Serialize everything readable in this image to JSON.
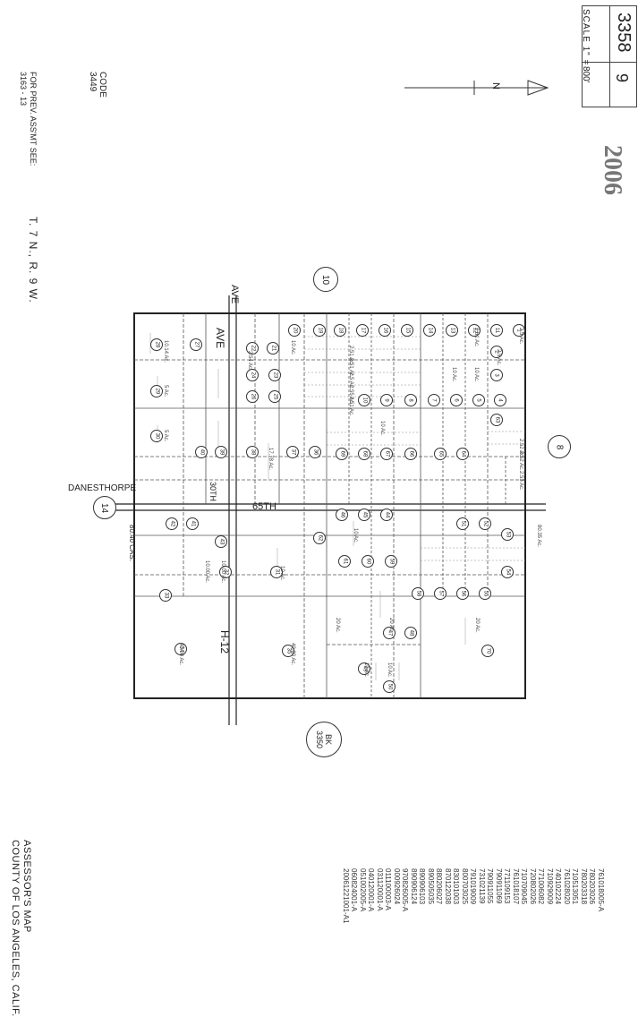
{
  "header": {
    "book": "3358",
    "page": "9",
    "scale_label": "SCALE 1\" =",
    "scale_value": "800'"
  },
  "stamp_year": "2006",
  "code": "CODE\n3449",
  "prev_assmt": "FOR PREV. ASS'MT SEE:\n3163 - 13",
  "township": "T. 7 N., R. 9 W.",
  "north_label": "N",
  "street_labels": {
    "danesthorpe": "DANESTHORPE",
    "ave_top": "AVE",
    "ave_mid": "AVE",
    "h12": "H-12",
    "st65": "65TH",
    "st30": "30TH",
    "cas": "80.40 CAS."
  },
  "adjacent_pages": {
    "top": "10",
    "right": "8",
    "left": "14",
    "bottom": "BK\n3350"
  },
  "footer": {
    "assessor_line1": "ASSESSOR'S MAP",
    "assessor_line2": "COUNTY OF LOS ANGELES, CALIF."
  },
  "records": [
    "761018005-A",
    "780203026",
    "780203318",
    "710513051",
    "761028020",
    "740102224",
    "710929009",
    "771006082",
    "720802026",
    "710709045",
    "761018107",
    "771109153",
    "790911069",
    "790911055",
    "731021139",
    "791019009",
    "800703025",
    "830101003",
    "870122038",
    "880206027",
    "890505035",
    "890906103",
    "890906124",
    "970826005-A",
    "000926024",
    "011100003-A",
    "031120001-A",
    "040120001-A",
    "051002005-A",
    "060824001-A",
    "20061221001-A1"
  ],
  "parcels": [
    "1",
    "2",
    "3",
    "4",
    "5",
    "6",
    "7",
    "8",
    "9",
    "10",
    "11",
    "12",
    "13",
    "14",
    "15",
    "16",
    "17",
    "18",
    "19",
    "20",
    "21",
    "22",
    "23",
    "24",
    "25",
    "26",
    "27",
    "28",
    "29",
    "30",
    "31",
    "32",
    "33",
    "34",
    "35",
    "36",
    "37",
    "38",
    "39",
    "40",
    "41",
    "42",
    "43",
    "44",
    "45",
    "46",
    "47",
    "48",
    "49",
    "50",
    "51",
    "52",
    "53",
    "54",
    "55",
    "56",
    "57",
    "58",
    "59",
    "60",
    "61",
    "62",
    "63",
    "64",
    "65",
    "66",
    "67",
    "68",
    "69",
    "70"
  ],
  "acreage": [
    "2.5 Ac.",
    "2.5 Ac.",
    "2.51 Ac.",
    "10 Ac.",
    "10 Ac.",
    "2.52 Ac.",
    "2.52 Ac.",
    "2.53 Ac.",
    "2.51 Ac.",
    "2.51 Ac.",
    "10 Ac.",
    "2.5 Ac.",
    "2.55 Ac.",
    "2.51 Ac.",
    "10 Ac.",
    "2.54 Ac.",
    "10.00 Ac.",
    "10.00 Ac.",
    "40.00 Ac.",
    "40.00 Ac.",
    "20 Ac.",
    "20 Ac.",
    "10 Ac.",
    "10 Ac.",
    "10.14 Ac.",
    "5 Ac.",
    "5 Ac.",
    "10 Ac.",
    "10 Ac.",
    "20 Ac.",
    "17.78 Ac.",
    "80.35 Ac."
  ]
}
